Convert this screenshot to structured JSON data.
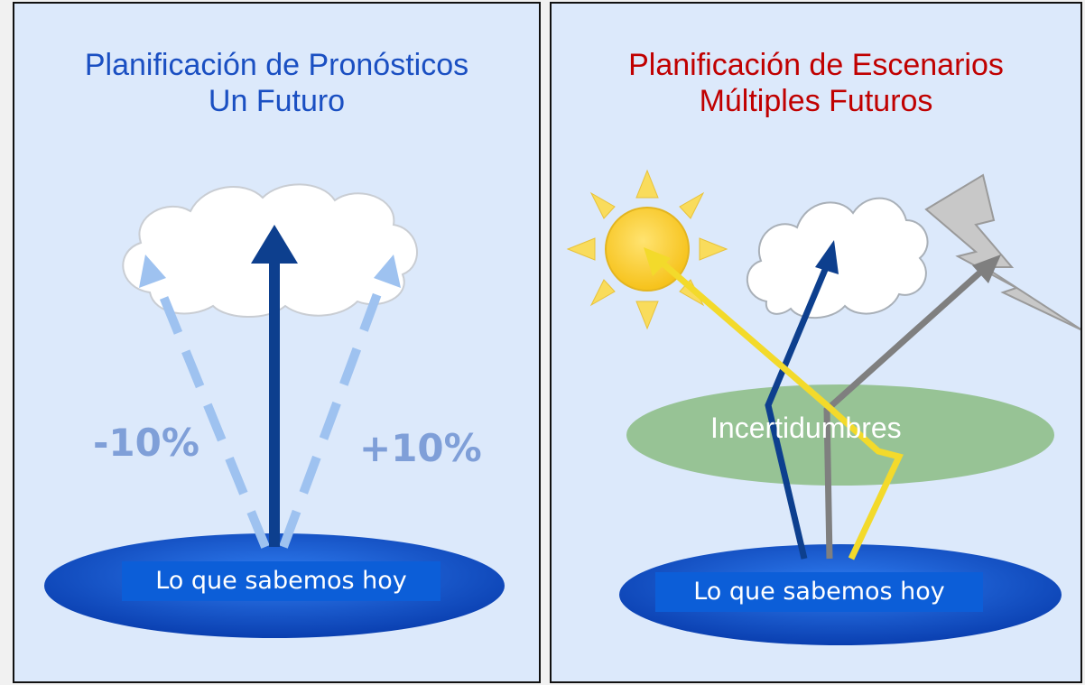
{
  "left": {
    "title_line1": "Planificación de Pronósticos",
    "title_line2": "Un Futuro",
    "minus_label": "-10%",
    "plus_label": "+10%",
    "base_label": "Lo que sabemos hoy"
  },
  "right": {
    "title_line1": "Planificación de Escenarios",
    "title_line2": "Múltiples Futuros",
    "uncertainty_label": "Incertidumbres",
    "base_label": "Lo que sabemos hoy"
  },
  "colors": {
    "background": "#dce9fb",
    "left_title": "#1a4fc2",
    "right_title": "#c00000",
    "dark_arrow": "#0d3f8e",
    "light_arrow": "#9ec2f0",
    "yellow_arrow": "#f3da2b",
    "gray_arrow": "#7f7f7f",
    "base_ellipse": "#0c5ed8",
    "uncertainty_ellipse": "#8fbf8a"
  },
  "icons": [
    "cloud-icon",
    "sun-icon",
    "lightning-icon"
  ]
}
